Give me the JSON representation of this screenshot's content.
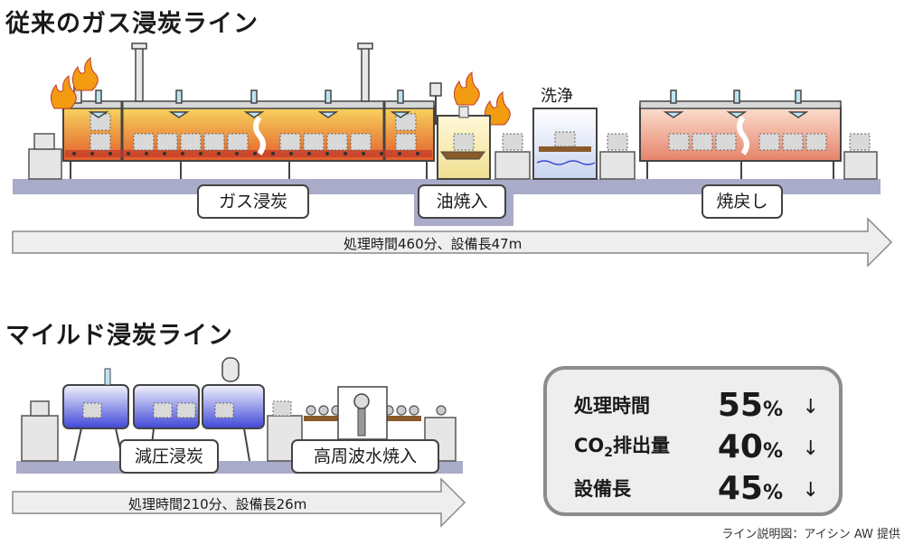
{
  "conventional": {
    "title": "従来のガス浸炭ライン",
    "labels": {
      "carburizing": "ガス浸炭",
      "oil_quench": "油焼入",
      "washing": "洗浄",
      "tempering": "焼戻し"
    },
    "arrow_text": "処理時間460分、設備長47m"
  },
  "mild": {
    "title": "マイルド浸炭ライン",
    "labels": {
      "vacuum_carburizing": "減圧浸炭",
      "induction_quench": "高周波水焼入"
    },
    "arrow_text": "処理時間210分、設備長26m"
  },
  "summary": {
    "rows": [
      {
        "label": "処理時間",
        "value": "55",
        "unit": "%",
        "arrow": "↓"
      },
      {
        "label": "CO",
        "label_sub": "2",
        "label_tail": "排出量",
        "value": "40",
        "unit": "%",
        "arrow": "↓"
      },
      {
        "label": "設備長",
        "value": "45",
        "unit": "%",
        "arrow": "↓"
      }
    ]
  },
  "credit": "ライン説明図：アイシン AW 提供",
  "colors": {
    "floor": "#a9abc8",
    "furnace_hot": "#f0a430",
    "furnace_temper": "#f2b8a0",
    "furnace_vacuum": "#5a63e0",
    "arrow_fill": "#eeeeee"
  }
}
